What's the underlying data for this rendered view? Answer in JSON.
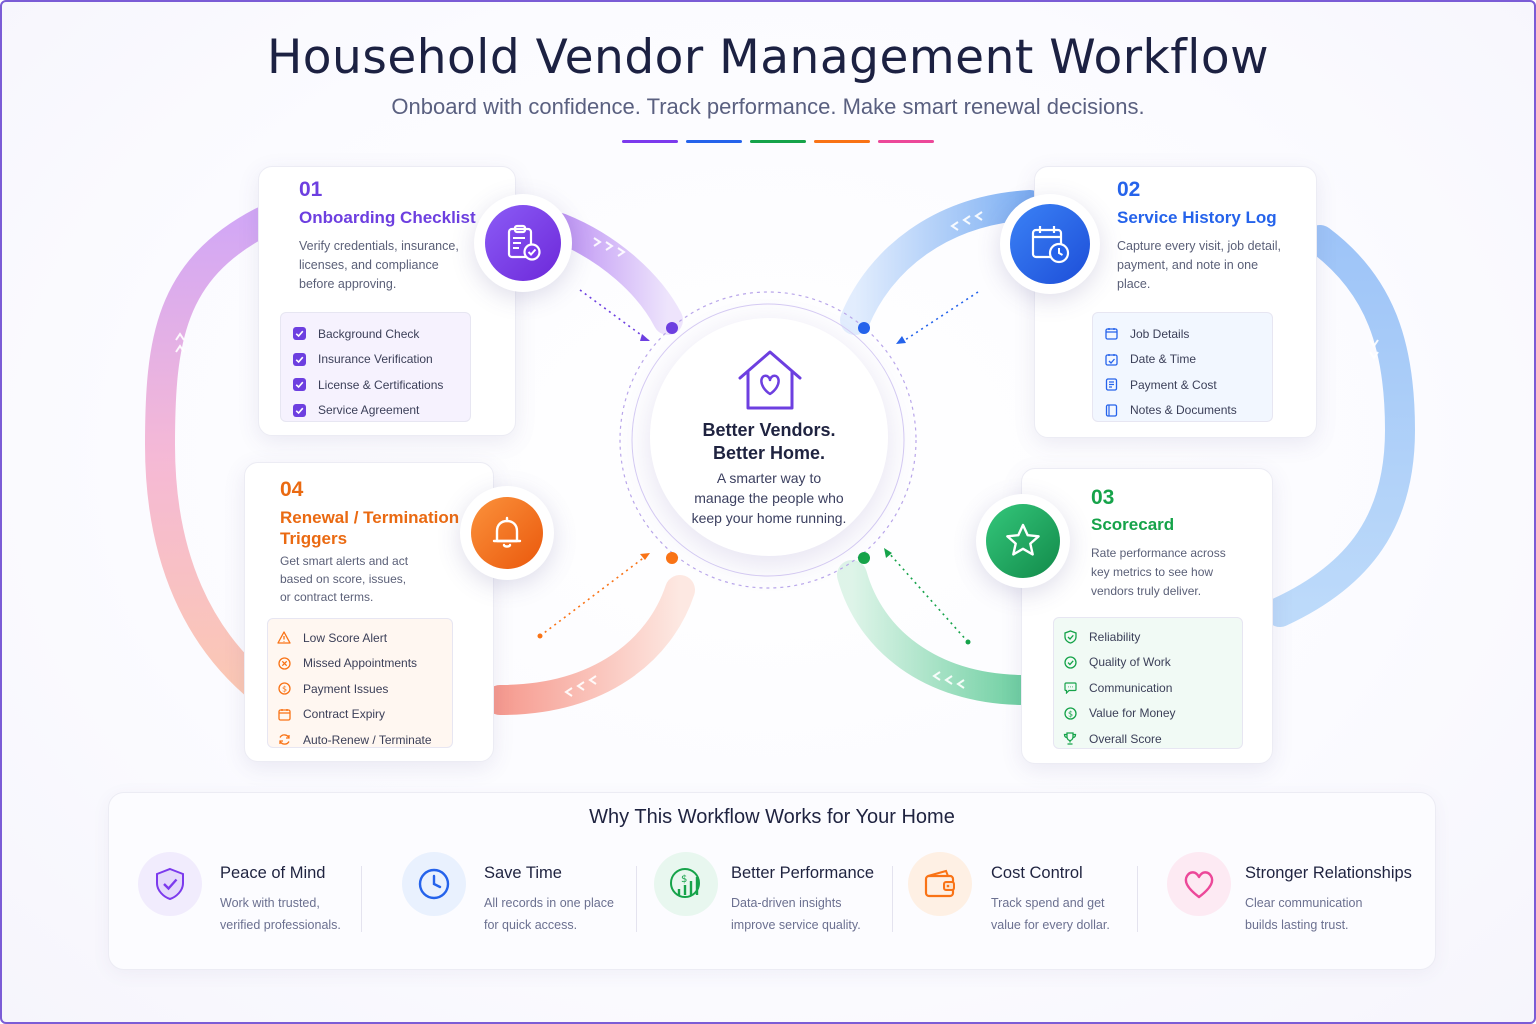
{
  "header": {
    "title": "Household Vendor Management Workflow",
    "subtitle": "Onboard with confidence. Track performance. Make smart renewal decisions.",
    "accent_colors": [
      "#7c3aed",
      "#2563eb",
      "#16a34a",
      "#f97316",
      "#ec4899"
    ]
  },
  "center": {
    "heading_line1": "Better Vendors.",
    "heading_line2": "Better Home.",
    "text": "A smarter way to manage the people who keep your home running.",
    "icon": "house-heart-icon"
  },
  "steps": {
    "onboarding": {
      "number": "01",
      "title": "Onboarding Checklist",
      "description": "Verify credentials, insurance, licenses, and compliance before approving.",
      "color": "#7c3aed",
      "icon": "clipboard-check-icon",
      "items": [
        "Background Check",
        "Insurance Verification",
        "License & Certifications",
        "Service Agreement"
      ]
    },
    "history": {
      "number": "02",
      "title": "Service History Log",
      "description": "Capture every visit, job detail, payment, and note in one place.",
      "color": "#2563eb",
      "icon": "calendar-clock-icon",
      "items": [
        "Job Details",
        "Date & Time",
        "Payment & Cost",
        "Notes & Documents"
      ]
    },
    "scorecard": {
      "number": "03",
      "title": "Scorecard",
      "description": "Rate performance across key metrics to see how vendors truly deliver.",
      "color": "#16a34a",
      "icon": "star-icon",
      "items": [
        "Reliability",
        "Quality of Work",
        "Communication",
        "Value for Money",
        "Overall Score"
      ]
    },
    "renewal": {
      "number": "04",
      "title_line1": "Renewal / Termination",
      "title_line2": "Triggers",
      "description": "Get smart alerts and act based on score, issues, or contract terms.",
      "color": "#f97316",
      "icon": "bell-icon",
      "items": [
        "Low Score Alert",
        "Missed Appointments",
        "Payment Issues",
        "Contract Expiry",
        "Auto-Renew / Terminate"
      ]
    }
  },
  "why": {
    "title": "Why This Workflow Works for Your Home",
    "benefits": [
      {
        "title": "Peace of Mind",
        "line1": "Work with trusted,",
        "line2": "verified professionals.",
        "icon": "shield-check-icon",
        "color": "#7c3aed"
      },
      {
        "title": "Save Time",
        "line1": "All records in one place",
        "line2": "for quick access.",
        "icon": "clock-icon",
        "color": "#2563eb"
      },
      {
        "title": "Better Performance",
        "line1": "Data-driven insights",
        "line2": "improve service quality.",
        "icon": "growth-chart-icon",
        "color": "#16a34a"
      },
      {
        "title": "Cost Control",
        "line1": "Track spend and get",
        "line2": "value for every dollar.",
        "icon": "wallet-icon",
        "color": "#f97316"
      },
      {
        "title": "Stronger Relationships",
        "line1": "Clear communication",
        "line2": "builds lasting trust.",
        "icon": "heart-icon",
        "color": "#ec4899"
      }
    ]
  }
}
